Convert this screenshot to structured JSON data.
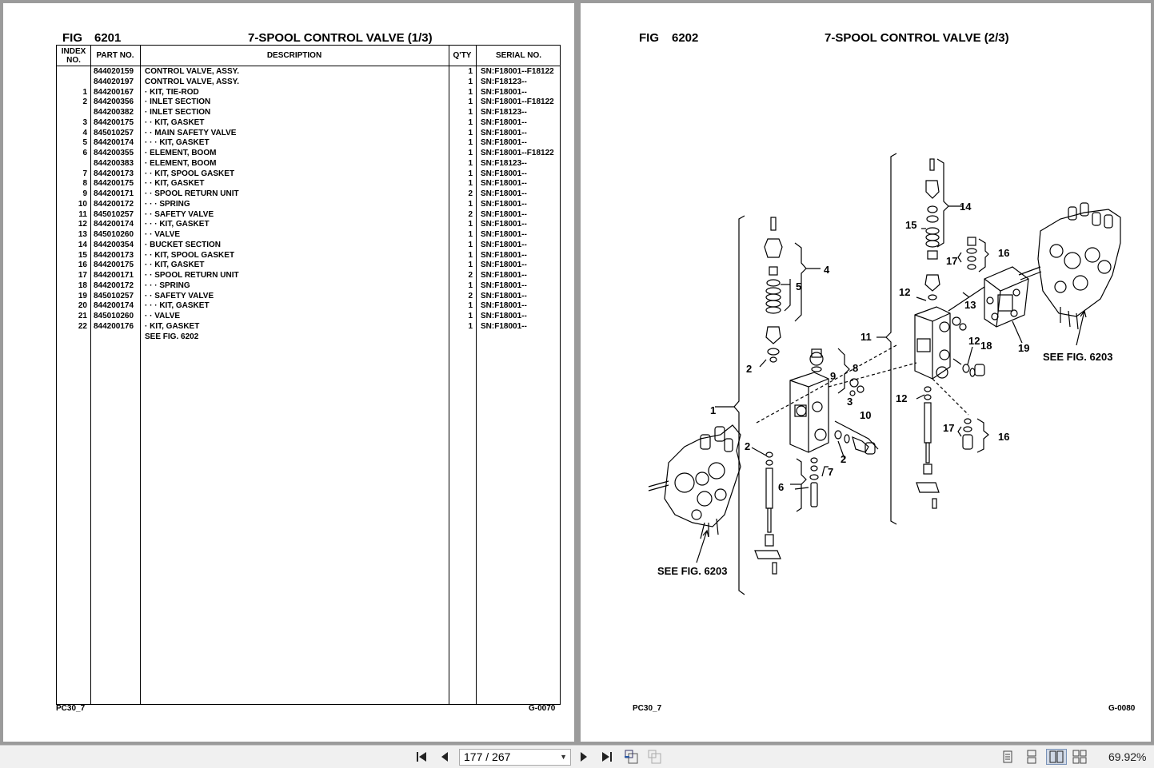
{
  "left_page": {
    "fig_label": "FIG",
    "fig_number": "6201",
    "title": "7-SPOOL CONTROL VALVE (1/3)",
    "headers": {
      "index": "INDEX NO.",
      "part": "PART NO.",
      "description": "DESCRIPTION",
      "qty": "Q'TY",
      "serial": "SERIAL NO."
    },
    "rows": [
      {
        "idx": "",
        "part": "844020159",
        "desc": "CONTROL VALVE, ASSY.",
        "qty": "1",
        "serial": "SN:F18001--F18122"
      },
      {
        "idx": "",
        "part": "844020197",
        "desc": "CONTROL VALVE, ASSY.",
        "qty": "1",
        "serial": "SN:F18123--"
      },
      {
        "idx": "1",
        "part": "844200167",
        "desc": "· KIT, TIE-ROD",
        "qty": "1",
        "serial": "SN:F18001--"
      },
      {
        "idx": "2",
        "part": "844200356",
        "desc": "· INLET SECTION",
        "qty": "1",
        "serial": "SN:F18001--F18122"
      },
      {
        "idx": "",
        "part": "844200382",
        "desc": "· INLET SECTION",
        "qty": "1",
        "serial": "SN:F18123--"
      },
      {
        "idx": "3",
        "part": "844200175",
        "desc": "· · KIT, GASKET",
        "qty": "1",
        "serial": "SN:F18001--"
      },
      {
        "idx": "4",
        "part": "845010257",
        "desc": "· · MAIN SAFETY VALVE",
        "qty": "1",
        "serial": "SN:F18001--"
      },
      {
        "idx": "5",
        "part": "844200174",
        "desc": "· · · KIT, GASKET",
        "qty": "1",
        "serial": "SN:F18001--"
      },
      {
        "idx": "6",
        "part": "844200355",
        "desc": "· ELEMENT, BOOM",
        "qty": "1",
        "serial": "SN:F18001--F18122"
      },
      {
        "idx": "",
        "part": "844200383",
        "desc": "· ELEMENT, BOOM",
        "qty": "1",
        "serial": "SN:F18123--"
      },
      {
        "idx": "7",
        "part": "844200173",
        "desc": "· · KIT, SPOOL GASKET",
        "qty": "1",
        "serial": "SN:F18001--"
      },
      {
        "idx": "8",
        "part": "844200175",
        "desc": "· · KIT, GASKET",
        "qty": "1",
        "serial": "SN:F18001--"
      },
      {
        "idx": "9",
        "part": "844200171",
        "desc": "· · SPOOL RETURN UNIT",
        "qty": "2",
        "serial": "SN:F18001--"
      },
      {
        "idx": "10",
        "part": "844200172",
        "desc": "· · · SPRING",
        "qty": "1",
        "serial": "SN:F18001--"
      },
      {
        "idx": "11",
        "part": "845010257",
        "desc": "· · SAFETY VALVE",
        "qty": "2",
        "serial": "SN:F18001--"
      },
      {
        "idx": "12",
        "part": "844200174",
        "desc": "· · · KIT, GASKET",
        "qty": "1",
        "serial": "SN:F18001--"
      },
      {
        "idx": "13",
        "part": "845010260",
        "desc": "· · VALVE",
        "qty": "1",
        "serial": "SN:F18001--"
      },
      {
        "idx": "14",
        "part": "844200354",
        "desc": "· BUCKET SECTION",
        "qty": "1",
        "serial": "SN:F18001--"
      },
      {
        "idx": "15",
        "part": "844200173",
        "desc": "· · KIT, SPOOL GASKET",
        "qty": "1",
        "serial": "SN:F18001--"
      },
      {
        "idx": "16",
        "part": "844200175",
        "desc": "· · KIT, GASKET",
        "qty": "1",
        "serial": "SN:F18001--"
      },
      {
        "idx": "17",
        "part": "844200171",
        "desc": "· · SPOOL RETURN UNIT",
        "qty": "2",
        "serial": "SN:F18001--"
      },
      {
        "idx": "18",
        "part": "844200172",
        "desc": "· · · SPRING",
        "qty": "1",
        "serial": "SN:F18001--"
      },
      {
        "idx": "19",
        "part": "845010257",
        "desc": "· · SAFETY VALVE",
        "qty": "2",
        "serial": "SN:F18001--"
      },
      {
        "idx": "20",
        "part": "844200174",
        "desc": "· · · KIT, GASKET",
        "qty": "1",
        "serial": "SN:F18001--"
      },
      {
        "idx": "21",
        "part": "845010260",
        "desc": "· · VALVE",
        "qty": "1",
        "serial": "SN:F18001--"
      },
      {
        "idx": "22",
        "part": "844200176",
        "desc": "· KIT, GASKET",
        "qty": "1",
        "serial": "SN:F18001--"
      },
      {
        "idx": "",
        "part": "",
        "desc": "SEE FIG. 6202",
        "qty": "",
        "serial": ""
      }
    ],
    "footer_left": "PC30_7",
    "footer_right": "G-0070"
  },
  "right_page": {
    "fig_label": "FIG",
    "fig_number": "6202",
    "title": "7-SPOOL CONTROL VALVE (2/3)",
    "callouts": [
      "1",
      "2",
      "2",
      "2",
      "3",
      "4",
      "5",
      "6",
      "7",
      "8",
      "9",
      "10",
      "11",
      "12",
      "12",
      "12",
      "13",
      "14",
      "15",
      "16",
      "16",
      "17",
      "17",
      "18",
      "19"
    ],
    "see_left": "SEE FIG. 6203",
    "see_right": "SEE FIG. 6203",
    "footer_left": "PC30_7",
    "footer_right": "G-0080"
  },
  "toolbar": {
    "current_page": "177",
    "total_pages": "267",
    "page_display": "177 / 267",
    "zoom": "69.92%",
    "icons": [
      "first-page-icon",
      "prev-page-icon",
      "next-page-icon",
      "last-page-icon",
      "prev-view-icon",
      "next-view-icon",
      "single-page-icon",
      "continuous-icon",
      "facing-icon",
      "continuous-facing-icon"
    ]
  }
}
